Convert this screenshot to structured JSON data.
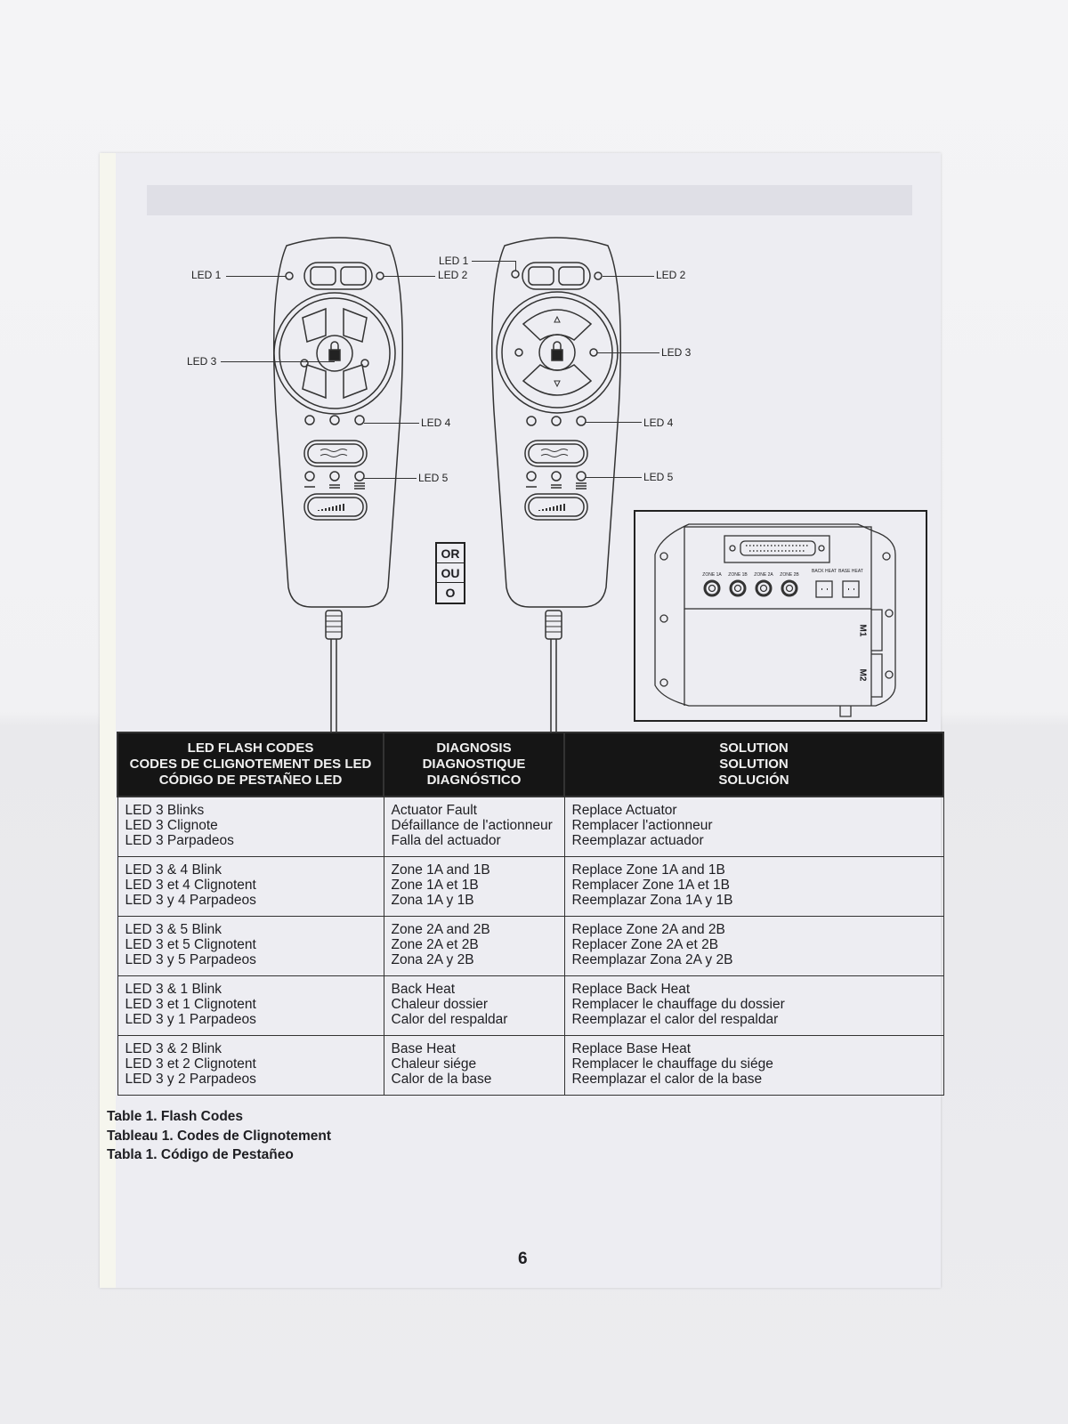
{
  "remote_labels": {
    "led1": "LED 1",
    "led2": "LED 2",
    "led3": "LED 3",
    "led4": "LED 4",
    "led5": "LED 5"
  },
  "or_box": [
    "OR",
    "OU",
    "O"
  ],
  "control_box": {
    "ports": [
      "ZONE 1A",
      "ZONE 1B",
      "ZONE 2A",
      "ZONE 2B",
      "BACK HEAT",
      "BASE HEAT"
    ],
    "motors": [
      "M1",
      "M2"
    ]
  },
  "table": {
    "headers": [
      [
        "LED FLASH CODES",
        "CODES DE CLIGNOTEMENT DES LED",
        "CÓDIGO DE PESTAÑEO LED"
      ],
      [
        "DIAGNOSIS",
        "DIAGNOSTIQUE",
        "DIAGNÓSTICO"
      ],
      [
        "SOLUTION",
        "SOLUTION",
        "SOLUCIÓN"
      ]
    ],
    "rows": [
      [
        [
          "LED 3 Blinks",
          "LED 3 Clignote",
          "LED 3 Parpadeos"
        ],
        [
          "Actuator Fault",
          "Défaillance de l'actionneur",
          "Falla del actuador"
        ],
        [
          "Replace Actuator",
          "Remplacer l'actionneur",
          "Reemplazar actuador"
        ]
      ],
      [
        [
          "LED 3 & 4 Blink",
          "LED 3 et 4 Clignotent",
          "LED 3 y 4 Parpadeos"
        ],
        [
          "Zone 1A and 1B",
          "Zone 1A et 1B",
          "Zona 1A y 1B"
        ],
        [
          "Replace Zone 1A and 1B",
          "Remplacer Zone 1A et 1B",
          "Reemplazar Zona 1A y 1B"
        ]
      ],
      [
        [
          "LED 3 & 5 Blink",
          "LED 3 et 5 Clignotent",
          "LED 3 y 5 Parpadeos"
        ],
        [
          "Zone 2A and 2B",
          "Zone 2A et 2B",
          "Zona 2A y 2B"
        ],
        [
          "Replace Zone 2A and 2B",
          "Replacer Zone 2A et 2B",
          "Reemplazar Zona 2A y 2B"
        ]
      ],
      [
        [
          "LED 3 & 1 Blink",
          "LED 3 et 1 Clignotent",
          "LED 3 y 1 Parpadeos"
        ],
        [
          "Back Heat",
          "Chaleur dossier",
          "Calor del respaldar"
        ],
        [
          "Replace Back Heat",
          "Remplacer le chauffage du dossier",
          "Reemplazar el calor del respaldar"
        ]
      ],
      [
        [
          "LED 3 & 2 Blink",
          "LED 3 et 2 Clignotent",
          "LED 3 y 2 Parpadeos"
        ],
        [
          "Base Heat",
          "Chaleur siége",
          "Calor de la base"
        ],
        [
          "Replace Base Heat",
          "Remplacer le chauffage du siége",
          "Reemplazar el calor de la base"
        ]
      ]
    ]
  },
  "caption": [
    "Table 1. Flash Codes",
    "Tableau 1. Codes de Clignotement",
    "Tabla 1.  Código de Pestañeo"
  ],
  "page_number": "6"
}
